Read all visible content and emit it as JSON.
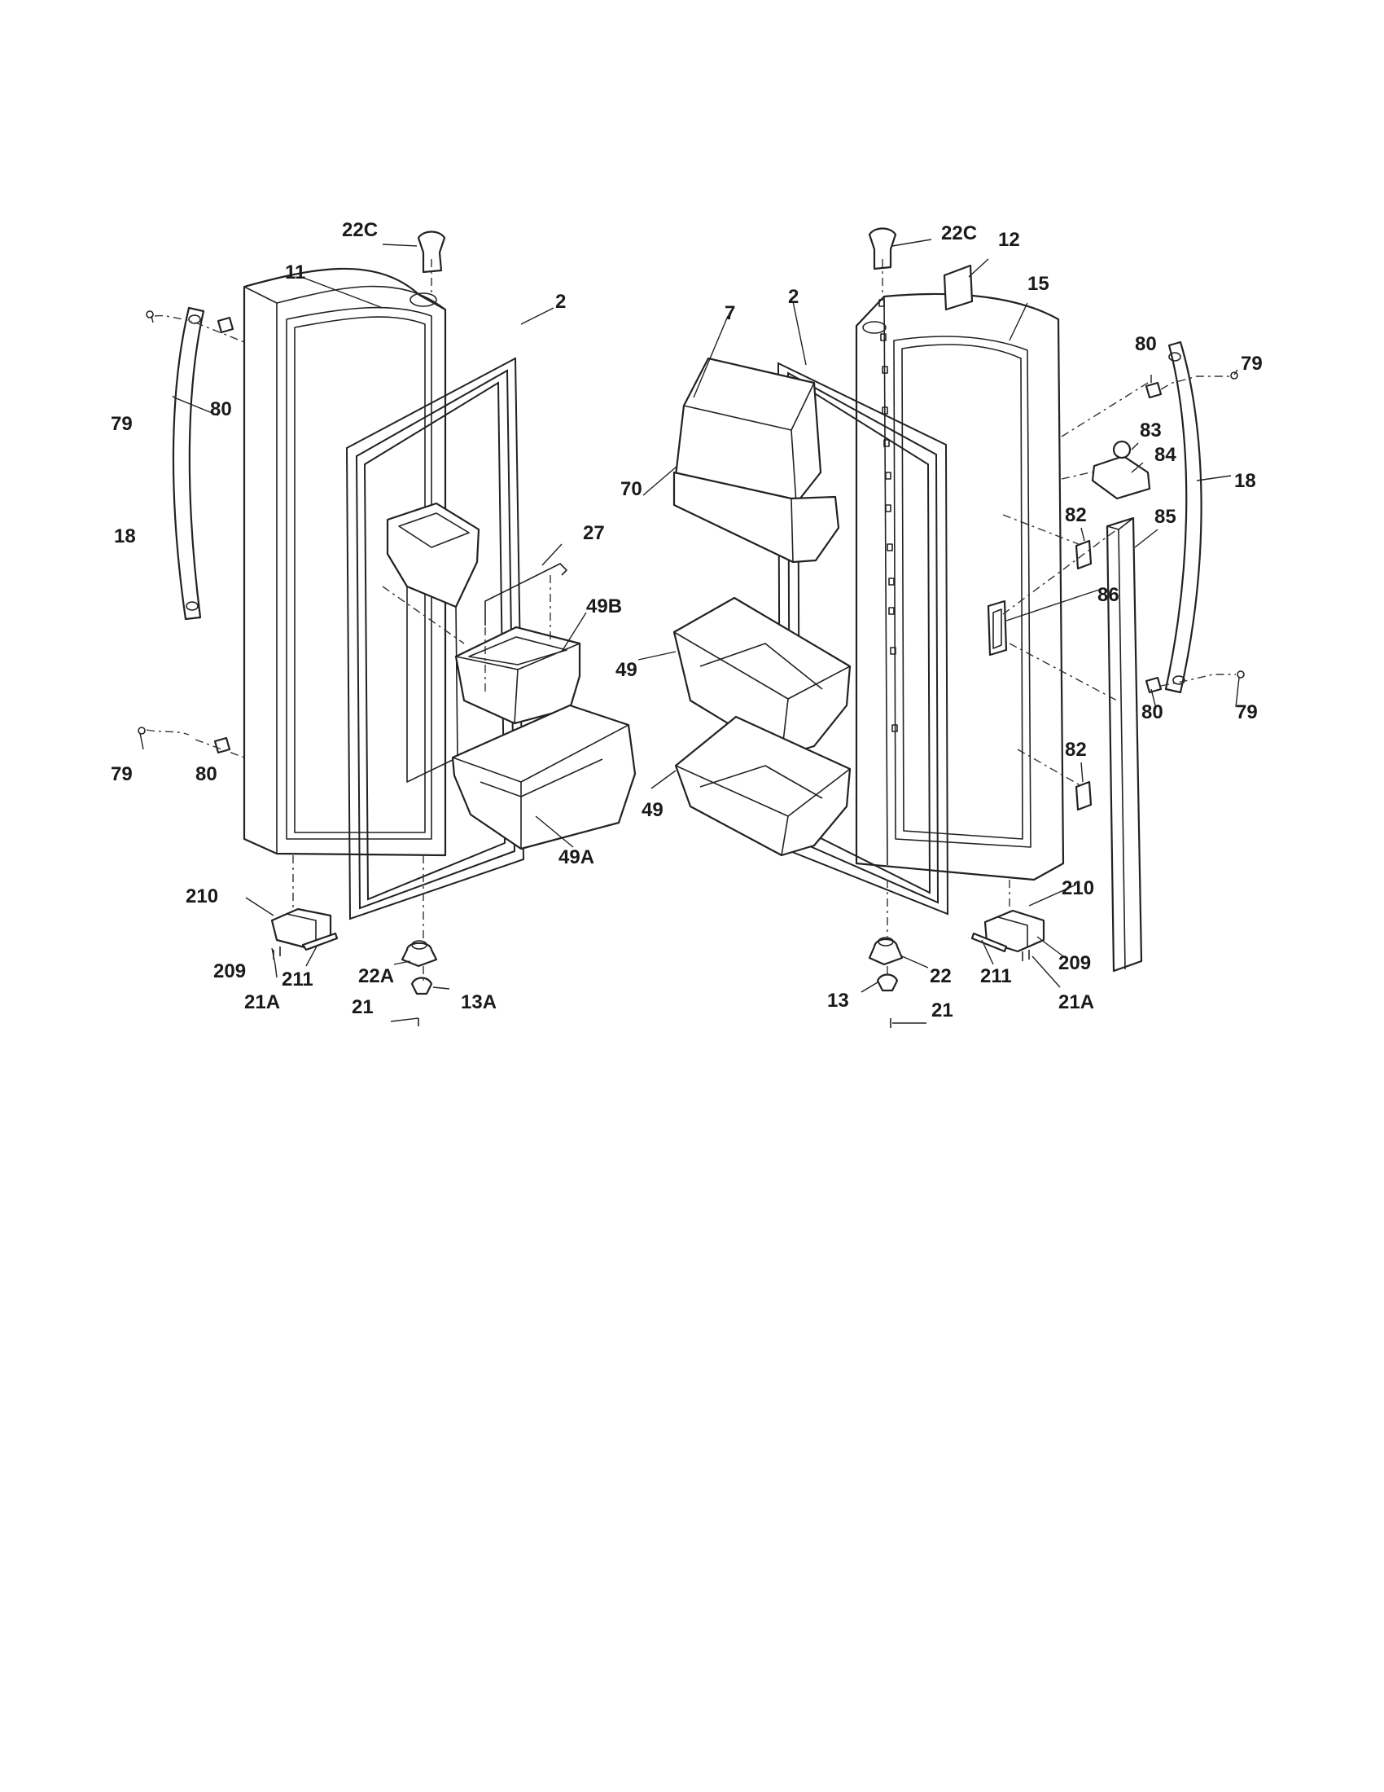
{
  "diagram": {
    "labels": {
      "l_22c_left": "22C",
      "l_11": "11",
      "l_2_left": "2",
      "l_79_tl": "79",
      "l_80_tl": "80",
      "l_18_left": "18",
      "l_27": "27",
      "l_49b": "49B",
      "l_79_bl": "79",
      "l_80_bl": "80",
      "l_49a": "49A",
      "l_210_left": "210",
      "l_209_left": "209",
      "l_21a_left": "21A",
      "l_211_left": "211",
      "l_22a": "22A",
      "l_13a": "13A",
      "l_21_left": "21",
      "l_22c_right": "22C",
      "l_12": "12",
      "l_15": "15",
      "l_7": "7",
      "l_2_right": "2",
      "l_80_tr": "80",
      "l_79_tr": "79",
      "l_70": "70",
      "l_83": "83",
      "l_84": "84",
      "l_18_right": "18",
      "l_82_top": "82",
      "l_85": "85",
      "l_86": "86",
      "l_49_upper": "49",
      "l_80_br": "80",
      "l_79_br": "79",
      "l_82_bottom": "82",
      "l_49_lower": "49",
      "l_210_right": "210",
      "l_211_right": "211",
      "l_209_right": "209",
      "l_21a_right": "21A",
      "l_13": "13",
      "l_22": "22",
      "l_21_right": "21"
    }
  }
}
